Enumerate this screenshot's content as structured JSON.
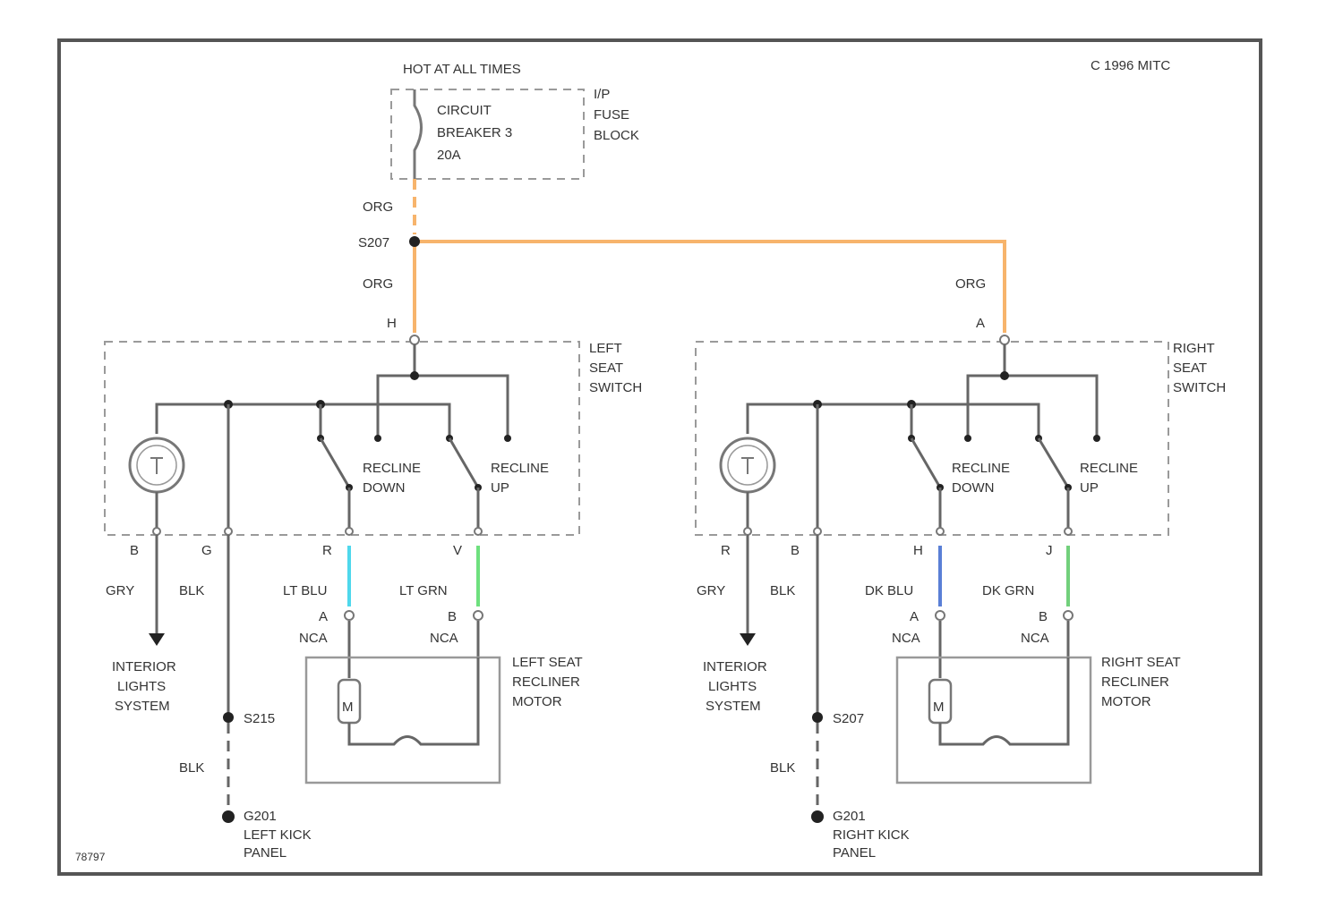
{
  "title": {
    "hot_at_all_times": "HOT AT ALL TIMES",
    "copyright": "C 1996 MITC"
  },
  "fuse_block": {
    "breaker_lines": [
      "CIRCUIT",
      "BREAKER 3",
      "20A"
    ],
    "block_lines": [
      "I/P",
      "FUSE",
      "BLOCK"
    ]
  },
  "wires": {
    "org_top": "ORG",
    "splice": "S207",
    "org_left": "ORG",
    "org_right": "ORG"
  },
  "left_switch": {
    "label_lines": [
      "LEFT",
      "SEAT",
      "SWITCH"
    ],
    "pin_top": "H",
    "recline_down": [
      "RECLINE",
      "DOWN"
    ],
    "recline_up": [
      "RECLINE",
      "UP"
    ],
    "pins_bottom": [
      "B",
      "G",
      "R",
      "V"
    ],
    "wire_gry": "GRY",
    "wire_blk": "BLK",
    "wire_a": "LT BLU",
    "wire_b": "LT GRN",
    "conn_a": "A",
    "conn_b": "B",
    "nca_a": "NCA",
    "nca_b": "NCA",
    "interior_lines": [
      "INTERIOR",
      "LIGHTS",
      "SYSTEM"
    ],
    "splice": "S215",
    "blk_lower": "BLK",
    "ground_lines": [
      "G201",
      "LEFT KICK",
      "PANEL"
    ]
  },
  "left_motor": {
    "label_lines": [
      "LEFT SEAT",
      "RECLINER",
      "MOTOR"
    ],
    "m": "M"
  },
  "right_switch": {
    "label_lines": [
      "RIGHT",
      "SEAT",
      "SWITCH"
    ],
    "pin_top": "A",
    "recline_down": [
      "RECLINE",
      "DOWN"
    ],
    "recline_up": [
      "RECLINE",
      "UP"
    ],
    "pins_bottom": [
      "R",
      "B",
      "H",
      "J"
    ],
    "wire_gry": "GRY",
    "wire_blk": "BLK",
    "wire_a": "DK BLU",
    "wire_b": "DK GRN",
    "conn_a": "A",
    "conn_b": "B",
    "nca_a": "NCA",
    "nca_b": "NCA",
    "interior_lines": [
      "INTERIOR",
      "LIGHTS",
      "SYSTEM"
    ],
    "splice": "S207",
    "blk_lower": "BLK",
    "ground_lines": [
      "G201",
      "RIGHT KICK",
      "PANEL"
    ]
  },
  "right_motor": {
    "label_lines": [
      "RIGHT SEAT",
      "RECLINER",
      "MOTOR"
    ],
    "m": "M"
  },
  "figure_id": "78797",
  "colors": {
    "org": "#f7b46c",
    "lt_blu": "#4fd8ec",
    "lt_grn": "#6ee07e",
    "dk_blu": "#5a7fd6",
    "dk_grn": "#72d07c"
  }
}
